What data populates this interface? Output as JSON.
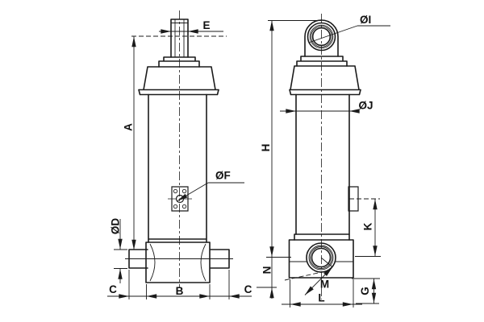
{
  "drawing": {
    "background": "#ffffff",
    "line_color": "#1b1b1b",
    "dimensions": {
      "A": "A",
      "B": "B",
      "C_left": "C",
      "C_right": "C",
      "D": "ØD",
      "E": "E",
      "F": "ØF",
      "G": "G",
      "H": "H",
      "I": "ØI",
      "J": "ØJ",
      "K": "K",
      "L": "L",
      "M": "M",
      "N": "N"
    }
  }
}
